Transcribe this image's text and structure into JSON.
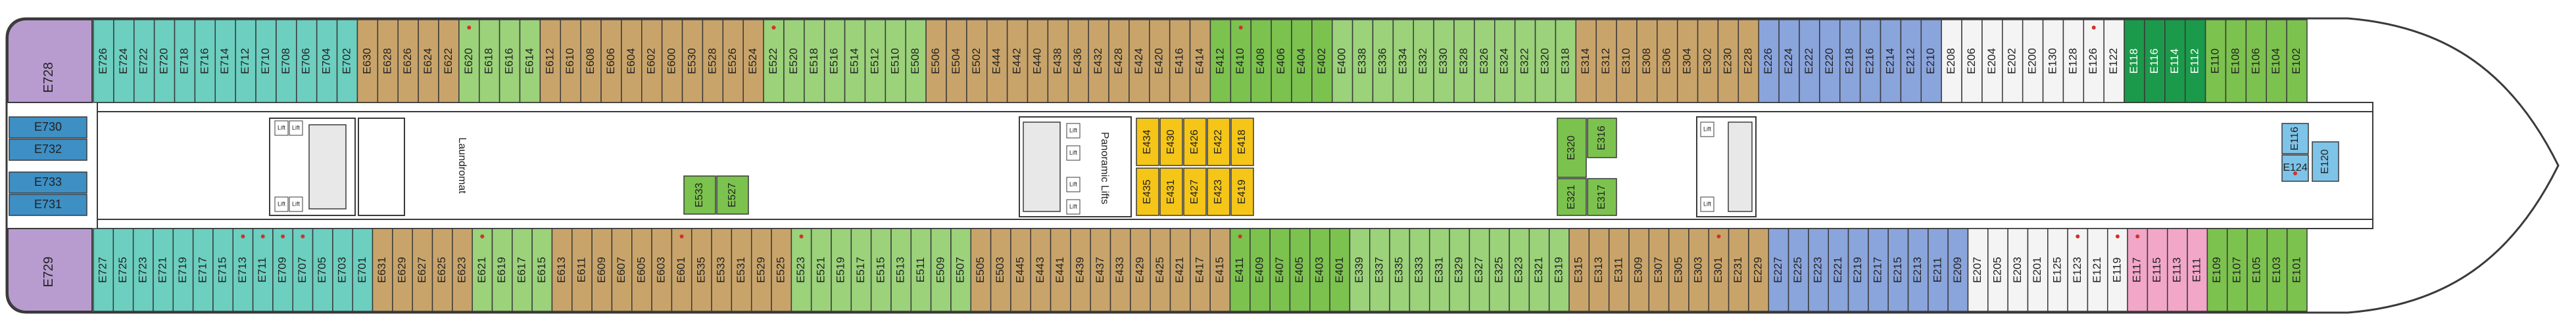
{
  "colors": {
    "aft_suite": "#b89cd0",
    "teal": "#6ccfc0",
    "tan": "#c9a46a",
    "light_green": "#9bd27a",
    "green": "#7cc24e",
    "yellow": "#f5c518",
    "blue": "#8aa4dc",
    "light_blue": "#7ec3e8",
    "steel_blue": "#3d8fc4",
    "white_cabin": "#f4f4f4",
    "pink": "#f2a6c8",
    "dark_green": "#1a9a4a",
    "hull": "#ffffff",
    "corridor": "#ffffff",
    "outline": "#3a3a3a"
  },
  "labels": {
    "laundromat": "Laundromat",
    "panoramic_lifts": "Panoramic Lifts",
    "lift": "Lift"
  },
  "aft_suites": {
    "top": "E728",
    "bottom": "E729"
  },
  "aft_side_cabins": [
    "E730",
    "E732",
    "E733",
    "E731"
  ],
  "top_row": [
    {
      "label": "E726",
      "color": "teal"
    },
    {
      "label": "E724",
      "color": "teal"
    },
    {
      "label": "E722",
      "color": "teal"
    },
    {
      "label": "E720",
      "color": "teal"
    },
    {
      "label": "E718",
      "color": "teal"
    },
    {
      "label": "E716",
      "color": "teal"
    },
    {
      "label": "E714",
      "color": "teal"
    },
    {
      "label": "E712",
      "color": "teal"
    },
    {
      "label": "E710",
      "color": "teal"
    },
    {
      "label": "E708",
      "color": "teal"
    },
    {
      "label": "E706",
      "color": "teal"
    },
    {
      "label": "E704",
      "color": "teal"
    },
    {
      "label": "E702",
      "color": "teal"
    },
    {
      "label": "E630",
      "color": "tan"
    },
    {
      "label": "E628",
      "color": "tan"
    },
    {
      "label": "E626",
      "color": "tan"
    },
    {
      "label": "E624",
      "color": "tan"
    },
    {
      "label": "E622",
      "color": "tan"
    },
    {
      "label": "E620",
      "color": "light_green"
    },
    {
      "label": "E618",
      "color": "light_green"
    },
    {
      "label": "E616",
      "color": "light_green"
    },
    {
      "label": "E614",
      "color": "light_green"
    },
    {
      "label": "E612",
      "color": "tan"
    },
    {
      "label": "E610",
      "color": "tan"
    },
    {
      "label": "E608",
      "color": "tan"
    },
    {
      "label": "E606",
      "color": "tan"
    },
    {
      "label": "E604",
      "color": "tan"
    },
    {
      "label": "E602",
      "color": "tan"
    },
    {
      "label": "E600",
      "color": "tan"
    },
    {
      "label": "E530",
      "color": "tan"
    },
    {
      "label": "E528",
      "color": "tan"
    },
    {
      "label": "E526",
      "color": "tan"
    },
    {
      "label": "E524",
      "color": "tan"
    },
    {
      "label": "E522",
      "color": "light_green"
    },
    {
      "label": "E520",
      "color": "light_green"
    },
    {
      "label": "E518",
      "color": "light_green"
    },
    {
      "label": "E516",
      "color": "light_green"
    },
    {
      "label": "E514",
      "color": "light_green"
    },
    {
      "label": "E512",
      "color": "light_green"
    },
    {
      "label": "E510",
      "color": "light_green"
    },
    {
      "label": "E508",
      "color": "light_green"
    },
    {
      "label": "E506",
      "color": "tan"
    },
    {
      "label": "E504",
      "color": "tan"
    },
    {
      "label": "E502",
      "color": "tan"
    },
    {
      "label": "E444",
      "color": "tan"
    },
    {
      "label": "E442",
      "color": "tan"
    },
    {
      "label": "E440",
      "color": "tan"
    },
    {
      "label": "E438",
      "color": "tan"
    },
    {
      "label": "E436",
      "color": "tan"
    },
    {
      "label": "E432",
      "color": "tan"
    },
    {
      "label": "E428",
      "color": "tan"
    },
    {
      "label": "E424",
      "color": "tan"
    },
    {
      "label": "E420",
      "color": "tan"
    },
    {
      "label": "E416",
      "color": "tan"
    },
    {
      "label": "E414",
      "color": "tan"
    },
    {
      "label": "E412",
      "color": "green"
    },
    {
      "label": "E410",
      "color": "green"
    },
    {
      "label": "E408",
      "color": "green"
    },
    {
      "label": "E406",
      "color": "green"
    },
    {
      "label": "E404",
      "color": "green"
    },
    {
      "label": "E402",
      "color": "green"
    },
    {
      "label": "E400",
      "color": "light_green"
    },
    {
      "label": "E338",
      "color": "light_green"
    },
    {
      "label": "E336",
      "color": "light_green"
    },
    {
      "label": "E334",
      "color": "light_green"
    },
    {
      "label": "E332",
      "color": "light_green"
    },
    {
      "label": "E330",
      "color": "light_green"
    },
    {
      "label": "E328",
      "color": "light_green"
    },
    {
      "label": "E326",
      "color": "light_green"
    },
    {
      "label": "E324",
      "color": "light_green"
    },
    {
      "label": "E322",
      "color": "light_green"
    },
    {
      "label": "E320",
      "color": "light_green"
    },
    {
      "label": "E318",
      "color": "light_green"
    },
    {
      "label": "E314",
      "color": "tan"
    },
    {
      "label": "E312",
      "color": "tan"
    },
    {
      "label": "E310",
      "color": "tan"
    },
    {
      "label": "E308",
      "color": "tan"
    },
    {
      "label": "E306",
      "color": "tan"
    },
    {
      "label": "E304",
      "color": "tan"
    },
    {
      "label": "E302",
      "color": "tan"
    },
    {
      "label": "E230",
      "color": "tan"
    },
    {
      "label": "E228",
      "color": "tan"
    },
    {
      "label": "E226",
      "color": "blue"
    },
    {
      "label": "E224",
      "color": "blue"
    },
    {
      "label": "E222",
      "color": "blue"
    },
    {
      "label": "E220",
      "color": "blue"
    },
    {
      "label": "E218",
      "color": "blue"
    },
    {
      "label": "E216",
      "color": "blue"
    },
    {
      "label": "E214",
      "color": "blue"
    },
    {
      "label": "E212",
      "color": "blue"
    },
    {
      "label": "E210",
      "color": "blue"
    },
    {
      "label": "E208",
      "color": "white_cabin"
    },
    {
      "label": "E206",
      "color": "white_cabin"
    },
    {
      "label": "E204",
      "color": "white_cabin"
    },
    {
      "label": "E202",
      "color": "white_cabin"
    },
    {
      "label": "E200",
      "color": "white_cabin"
    },
    {
      "label": "E130",
      "color": "white_cabin"
    },
    {
      "label": "E128",
      "color": "white_cabin"
    },
    {
      "label": "E126",
      "color": "white_cabin"
    },
    {
      "label": "E122",
      "color": "white_cabin"
    },
    {
      "label": "E118",
      "color": "dark_green"
    },
    {
      "label": "E116",
      "color": "dark_green"
    },
    {
      "label": "E114",
      "color": "dark_green"
    },
    {
      "label": "E112",
      "color": "dark_green"
    },
    {
      "label": "E110",
      "color": "green"
    },
    {
      "label": "E108",
      "color": "green"
    },
    {
      "label": "E106",
      "color": "green"
    },
    {
      "label": "E104",
      "color": "green"
    },
    {
      "label": "E102",
      "color": "green"
    }
  ],
  "bottom_row": [
    {
      "label": "E727",
      "color": "teal"
    },
    {
      "label": "E725",
      "color": "teal"
    },
    {
      "label": "E723",
      "color": "teal"
    },
    {
      "label": "E721",
      "color": "teal"
    },
    {
      "label": "E719",
      "color": "teal"
    },
    {
      "label": "E717",
      "color": "teal"
    },
    {
      "label": "E715",
      "color": "teal"
    },
    {
      "label": "E713",
      "color": "teal"
    },
    {
      "label": "E711",
      "color": "teal"
    },
    {
      "label": "E709",
      "color": "teal"
    },
    {
      "label": "E707",
      "color": "teal"
    },
    {
      "label": "E705",
      "color": "teal"
    },
    {
      "label": "E703",
      "color": "teal"
    },
    {
      "label": "E701",
      "color": "teal"
    },
    {
      "label": "E631",
      "color": "tan"
    },
    {
      "label": "E629",
      "color": "tan"
    },
    {
      "label": "E627",
      "color": "tan"
    },
    {
      "label": "E625",
      "color": "tan"
    },
    {
      "label": "E623",
      "color": "tan"
    },
    {
      "label": "E621",
      "color": "light_green"
    },
    {
      "label": "E619",
      "color": "light_green"
    },
    {
      "label": "E617",
      "color": "light_green"
    },
    {
      "label": "E615",
      "color": "light_green"
    },
    {
      "label": "E613",
      "color": "tan"
    },
    {
      "label": "E611",
      "color": "tan"
    },
    {
      "label": "E609",
      "color": "tan"
    },
    {
      "label": "E607",
      "color": "tan"
    },
    {
      "label": "E605",
      "color": "tan"
    },
    {
      "label": "E603",
      "color": "tan"
    },
    {
      "label": "E601",
      "color": "tan"
    },
    {
      "label": "E535",
      "color": "tan"
    },
    {
      "label": "E533",
      "color": "tan"
    },
    {
      "label": "E531",
      "color": "tan"
    },
    {
      "label": "E529",
      "color": "tan"
    },
    {
      "label": "E525",
      "color": "tan"
    },
    {
      "label": "E523",
      "color": "light_green"
    },
    {
      "label": "E521",
      "color": "light_green"
    },
    {
      "label": "E519",
      "color": "light_green"
    },
    {
      "label": "E517",
      "color": "light_green"
    },
    {
      "label": "E515",
      "color": "light_green"
    },
    {
      "label": "E513",
      "color": "light_green"
    },
    {
      "label": "E511",
      "color": "light_green"
    },
    {
      "label": "E509",
      "color": "light_green"
    },
    {
      "label": "E507",
      "color": "light_green"
    },
    {
      "label": "E505",
      "color": "tan"
    },
    {
      "label": "E503",
      "color": "tan"
    },
    {
      "label": "E445",
      "color": "tan"
    },
    {
      "label": "E443",
      "color": "tan"
    },
    {
      "label": "E441",
      "color": "tan"
    },
    {
      "label": "E439",
      "color": "tan"
    },
    {
      "label": "E437",
      "color": "tan"
    },
    {
      "label": "E433",
      "color": "tan"
    },
    {
      "label": "E429",
      "color": "tan"
    },
    {
      "label": "E425",
      "color": "tan"
    },
    {
      "label": "E421",
      "color": "tan"
    },
    {
      "label": "E417",
      "color": "tan"
    },
    {
      "label": "E415",
      "color": "tan"
    },
    {
      "label": "E411",
      "color": "green"
    },
    {
      "label": "E409",
      "color": "green"
    },
    {
      "label": "E407",
      "color": "green"
    },
    {
      "label": "E405",
      "color": "green"
    },
    {
      "label": "E403",
      "color": "green"
    },
    {
      "label": "E401",
      "color": "green"
    },
    {
      "label": "E339",
      "color": "light_green"
    },
    {
      "label": "E337",
      "color": "light_green"
    },
    {
      "label": "E335",
      "color": "light_green"
    },
    {
      "label": "E333",
      "color": "light_green"
    },
    {
      "label": "E331",
      "color": "light_green"
    },
    {
      "label": "E329",
      "color": "light_green"
    },
    {
      "label": "E327",
      "color": "light_green"
    },
    {
      "label": "E325",
      "color": "light_green"
    },
    {
      "label": "E323",
      "color": "light_green"
    },
    {
      "label": "E321",
      "color": "light_green"
    },
    {
      "label": "E319",
      "color": "light_green"
    },
    {
      "label": "E315",
      "color": "tan"
    },
    {
      "label": "E313",
      "color": "tan"
    },
    {
      "label": "E311",
      "color": "tan"
    },
    {
      "label": "E309",
      "color": "tan"
    },
    {
      "label": "E307",
      "color": "tan"
    },
    {
      "label": "E305",
      "color": "tan"
    },
    {
      "label": "E303",
      "color": "tan"
    },
    {
      "label": "E301",
      "color": "tan"
    },
    {
      "label": "E231",
      "color": "tan"
    },
    {
      "label": "E229",
      "color": "tan"
    },
    {
      "label": "E227",
      "color": "blue"
    },
    {
      "label": "E225",
      "color": "blue"
    },
    {
      "label": "E223",
      "color": "blue"
    },
    {
      "label": "E221",
      "color": "blue"
    },
    {
      "label": "E219",
      "color": "blue"
    },
    {
      "label": "E217",
      "color": "blue"
    },
    {
      "label": "E215",
      "color": "blue"
    },
    {
      "label": "E213",
      "color": "blue"
    },
    {
      "label": "E211",
      "color": "blue"
    },
    {
      "label": "E209",
      "color": "blue"
    },
    {
      "label": "E207",
      "color": "white_cabin"
    },
    {
      "label": "E205",
      "color": "white_cabin"
    },
    {
      "label": "E203",
      "color": "white_cabin"
    },
    {
      "label": "E201",
      "color": "white_cabin"
    },
    {
      "label": "E125",
      "color": "white_cabin"
    },
    {
      "label": "E123",
      "color": "white_cabin"
    },
    {
      "label": "E121",
      "color": "white_cabin"
    },
    {
      "label": "E119",
      "color": "white_cabin"
    },
    {
      "label": "E117",
      "color": "pink"
    },
    {
      "label": "E115",
      "color": "pink"
    },
    {
      "label": "E113",
      "color": "pink"
    },
    {
      "label": "E111",
      "color": "pink"
    },
    {
      "label": "E109",
      "color": "green"
    },
    {
      "label": "E107",
      "color": "green"
    },
    {
      "label": "E105",
      "color": "green"
    },
    {
      "label": "E103",
      "color": "green"
    },
    {
      "label": "E101",
      "color": "green"
    }
  ],
  "inner_cabins": [
    {
      "label": "E527",
      "color": "green"
    },
    {
      "label": "E533",
      "color": "green"
    },
    {
      "label": "E434",
      "color": "yellow"
    },
    {
      "label": "E430",
      "color": "yellow"
    },
    {
      "label": "E426",
      "color": "yellow"
    },
    {
      "label": "E422",
      "color": "yellow"
    },
    {
      "label": "E418",
      "color": "yellow"
    },
    {
      "label": "E435",
      "color": "yellow"
    },
    {
      "label": "E431",
      "color": "yellow"
    },
    {
      "label": "E427",
      "color": "yellow"
    },
    {
      "label": "E423",
      "color": "yellow"
    },
    {
      "label": "E419",
      "color": "yellow"
    },
    {
      "label": "E316",
      "color": "green"
    },
    {
      "label": "E320",
      "color": "green"
    },
    {
      "label": "E317",
      "color": "green"
    },
    {
      "label": "E321",
      "color": "green"
    },
    {
      "label": "E116",
      "color": "light_blue"
    },
    {
      "label": "E120",
      "color": "light_blue"
    },
    {
      "label": "E124",
      "color": "light_blue"
    }
  ],
  "accessible_cabins": [
    "E620",
    "E522",
    "E410",
    "E126",
    "E124",
    "E621",
    "E523",
    "E411",
    "E117",
    "E713",
    "E711",
    "E709",
    "E707",
    "E523",
    "E301",
    "E601",
    "E123",
    "E119"
  ]
}
